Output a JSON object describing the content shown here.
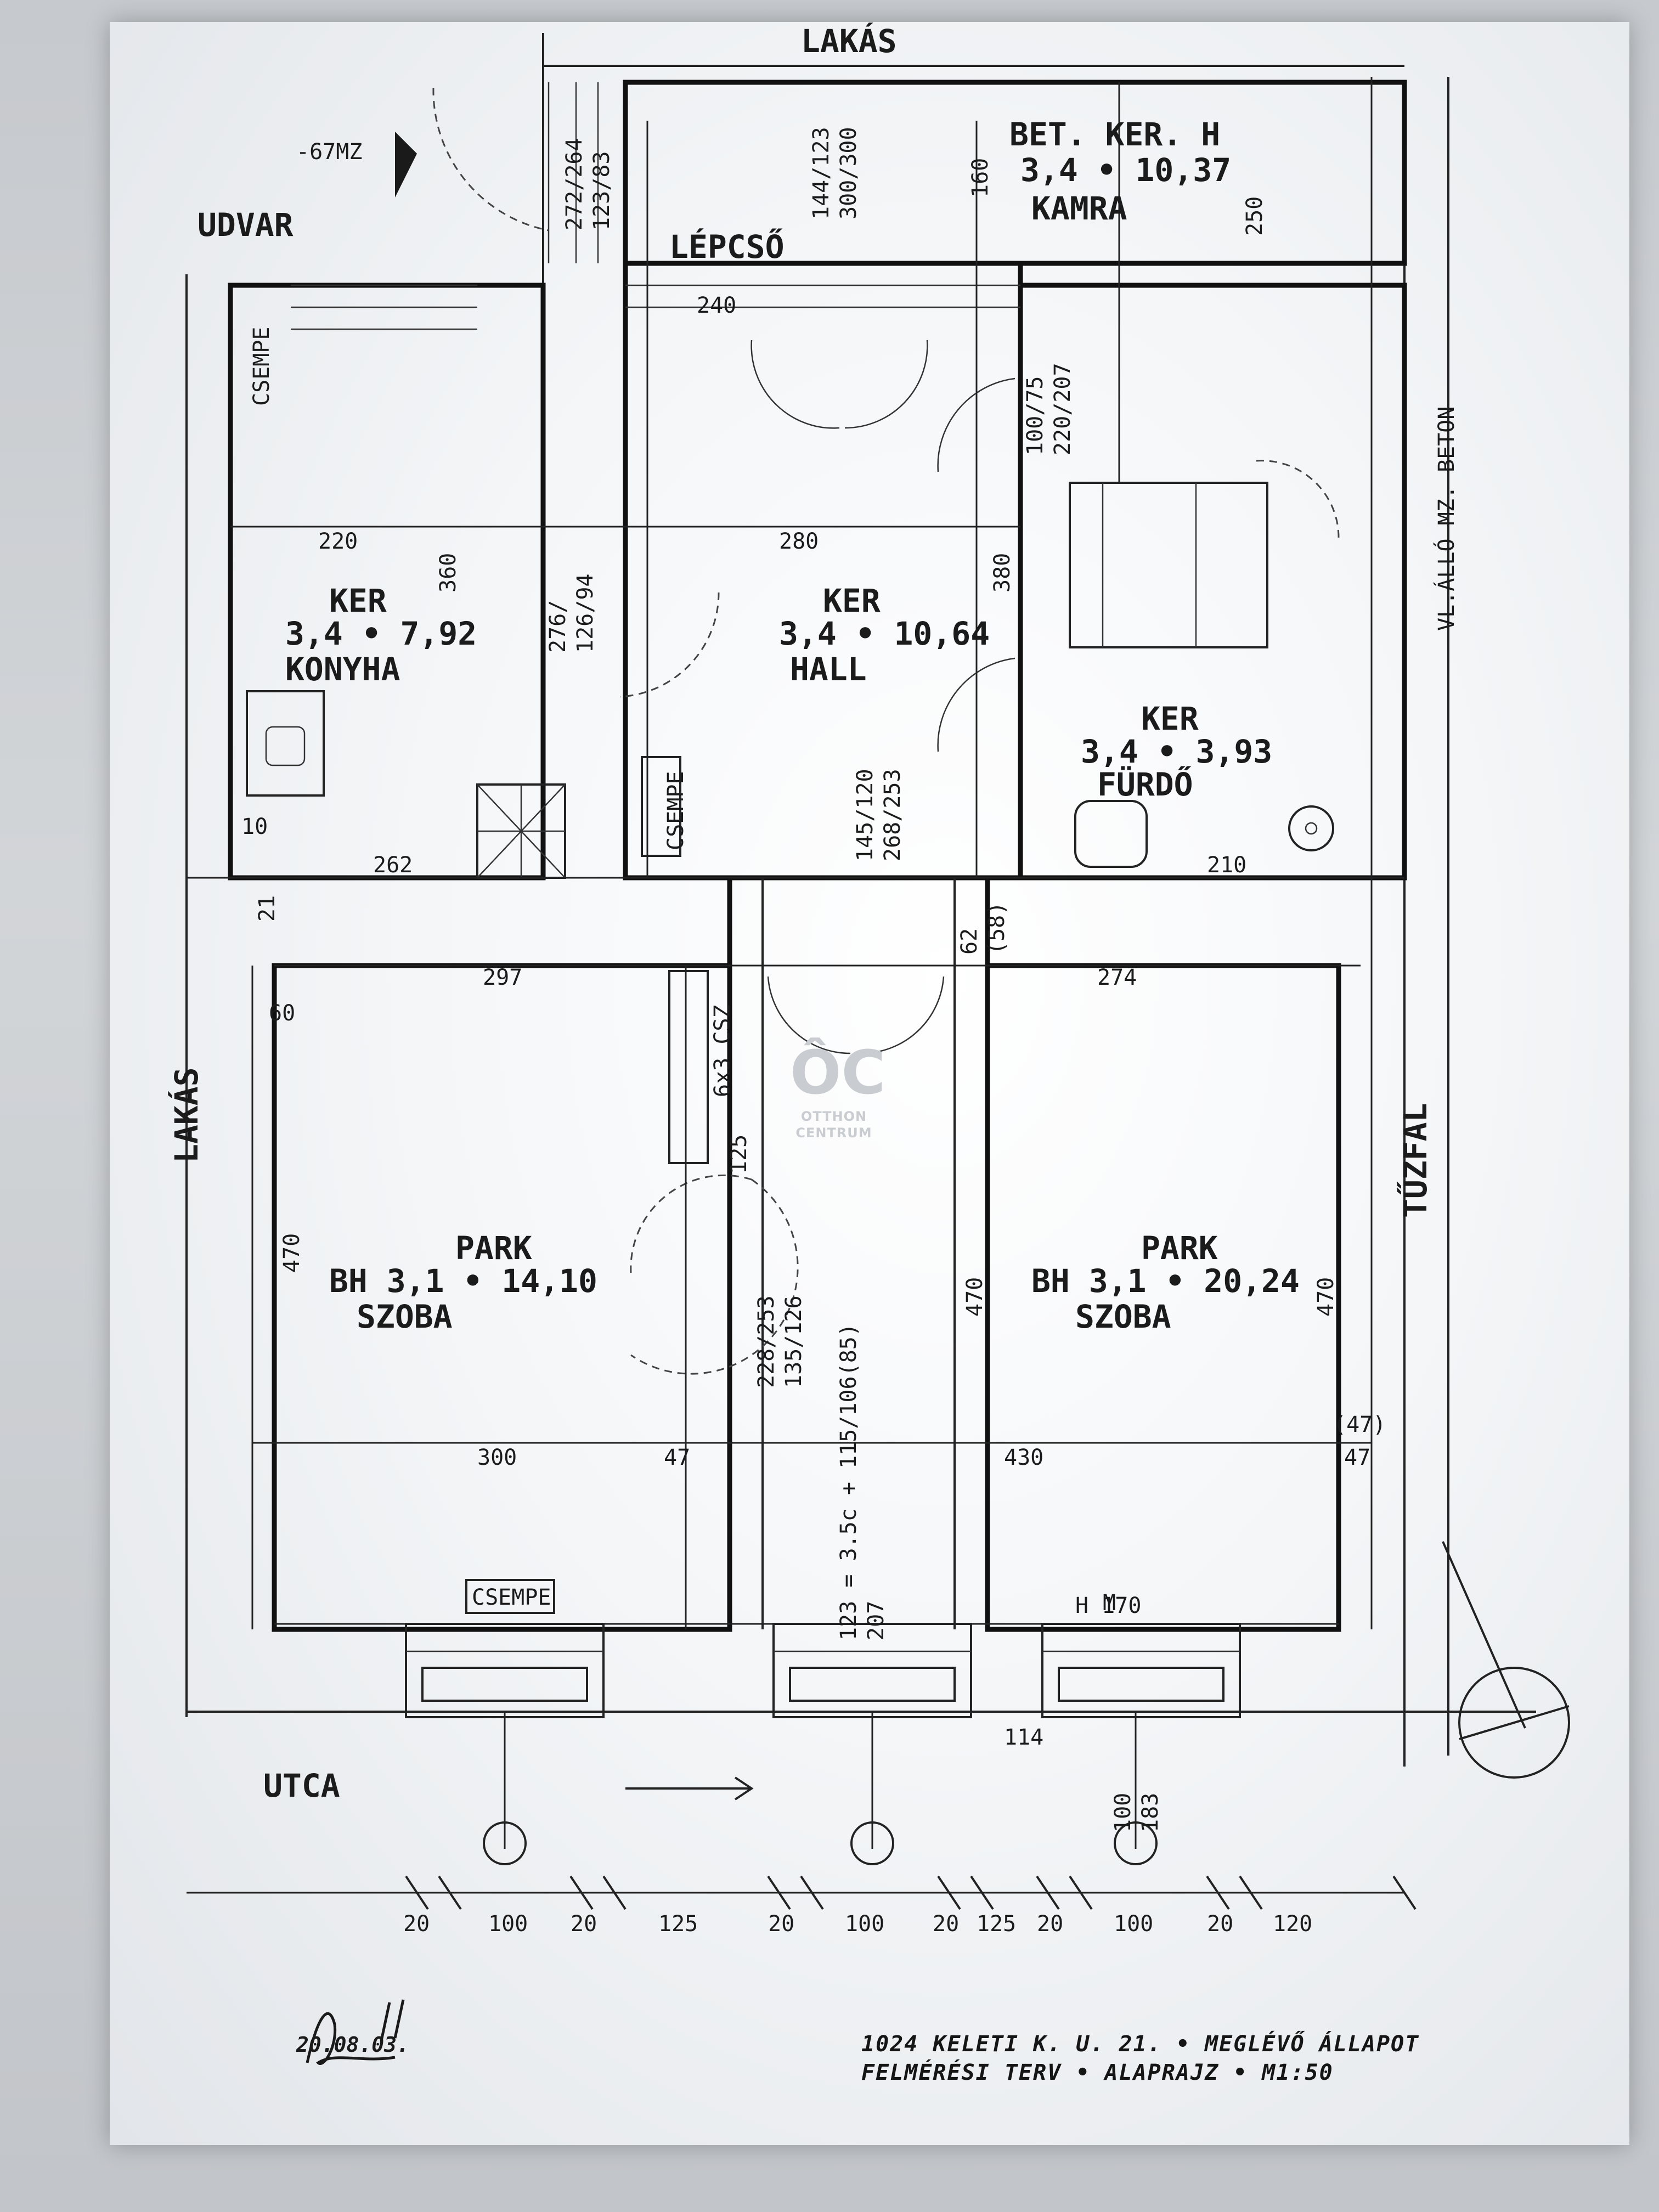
{
  "sheet": {
    "title_line_1": "1024 KELETI K. U. 21. • MEGLÉVŐ ÁLLAPOT",
    "title_line_2": "FELMÉRÉSI TERV • ALAPRAJZ • M1:50",
    "signature_date": "20.08.03."
  },
  "labels": {
    "top_neighbor": "LAKÁS",
    "left_neighbor": "LAKÁS",
    "courtyard": "UDVAR",
    "street": "UTCA",
    "firewall": "TŰZFAL",
    "stair": "LÉPCSŐ",
    "cabinet": "6x3 CSZ",
    "tiles_1": "CSEMPE",
    "tiles_2": "CSEMPE",
    "tiles_3": "CSEMPE",
    "elevation_1": "-67MZ",
    "window_mark": "M",
    "slab": "VL.ÁLLÓ MZ. BETON"
  },
  "rooms": [
    {
      "name": "KONYHA",
      "size": "3,4 • 7,92",
      "floor": "KER"
    },
    {
      "name": "HALL",
      "size": "3,4 • 10,64",
      "floor": "KER"
    },
    {
      "name": "FÜRDŐ",
      "size": "3,4 • 3,93",
      "floor": "KER"
    },
    {
      "name": "SZOBA",
      "size": "BH 3,1 • 14,10",
      "floor": "PARK"
    },
    {
      "name": "SZOBA",
      "size": "BH 3,1 • 20,24",
      "floor": "PARK"
    },
    {
      "name": "KAMRA",
      "size": "3,4 • 10,37",
      "floor": "BET. KER. H"
    }
  ],
  "dimensions": {
    "bottom_chain": [
      "20",
      "100",
      "20",
      "125",
      "20",
      "100",
      "20",
      "125",
      "20",
      "100",
      "20",
      "120"
    ],
    "room_widths": [
      "220",
      "280",
      "300",
      "430",
      "297",
      "274",
      "262",
      "240",
      "210"
    ],
    "heights": [
      "360",
      "380",
      "470",
      "470",
      "470",
      "250",
      "160"
    ],
    "openings": [
      "145/120",
      "268/253",
      "228/253",
      "135/126",
      "276/",
      "126/94",
      "100/75",
      "220/207",
      "144/123",
      "300/300",
      "272/264",
      "123/83",
      "123 = 3.5c + 115/106(85)",
      "207"
    ],
    "misc": [
      "47",
      "47",
      "60",
      "21",
      "10",
      "125",
      "100",
      "183",
      "62",
      "(58)",
      "H 170",
      "114",
      "(47)"
    ]
  },
  "watermark": {
    "mark": "ÔC",
    "line_1": "OTTHON",
    "line_2": "CENTRUM"
  }
}
